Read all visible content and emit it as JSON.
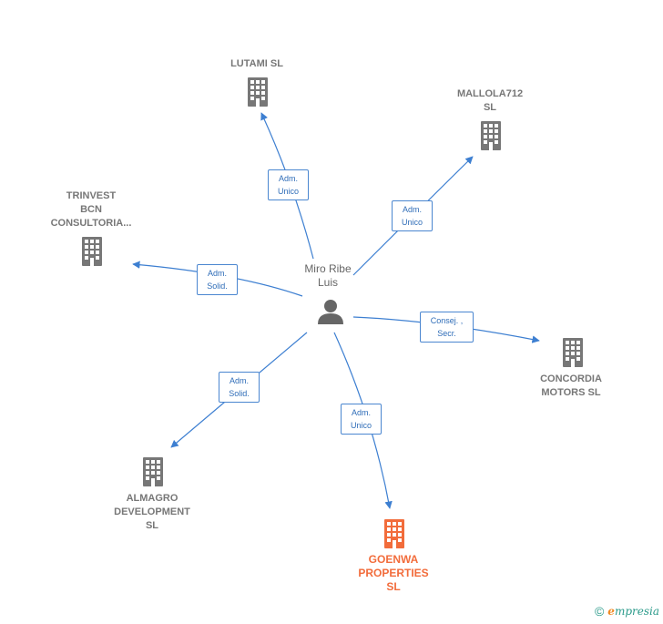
{
  "center": {
    "name_line1": "Miro Ribe",
    "name_line2": "Luis"
  },
  "nodes": [
    {
      "id": "lutami",
      "lines": [
        "LUTAMI  SL"
      ],
      "color": "#777777"
    },
    {
      "id": "mallola",
      "lines": [
        "MALLOLA712",
        "SL"
      ],
      "color": "#777777"
    },
    {
      "id": "trinvest",
      "lines": [
        "TRINVEST",
        "BCN",
        "CONSULTORIA..."
      ],
      "color": "#777777"
    },
    {
      "id": "concordia",
      "lines": [
        "CONCORDIA",
        "MOTORS SL"
      ],
      "color": "#777777"
    },
    {
      "id": "almagro",
      "lines": [
        "ALMAGRO",
        "DEVELOPMENT",
        "SL"
      ],
      "color": "#777777"
    },
    {
      "id": "goenwa",
      "lines": [
        "GOENWA",
        "PROPERTIES",
        "SL"
      ],
      "color": "#f26c3b"
    }
  ],
  "roles": [
    {
      "target": "lutami",
      "lines": [
        "Adm.",
        "Unico"
      ]
    },
    {
      "target": "mallola",
      "lines": [
        "Adm.",
        "Unico"
      ]
    },
    {
      "target": "trinvest",
      "lines": [
        "Adm.",
        "Solid."
      ]
    },
    {
      "target": "concordia",
      "lines": [
        "Consej. ,",
        "Secr."
      ]
    },
    {
      "target": "almagro",
      "lines": [
        "Adm.",
        "Solid."
      ]
    },
    {
      "target": "goenwa",
      "lines": [
        "Adm.",
        "Unico"
      ]
    }
  ],
  "colors": {
    "edge": "#3d7fd1",
    "building": "#777777",
    "highlight": "#f26c3b",
    "person": "#666666"
  },
  "footer": {
    "copyright": "©",
    "brand_initial": "e",
    "brand_rest": "mpresia"
  }
}
